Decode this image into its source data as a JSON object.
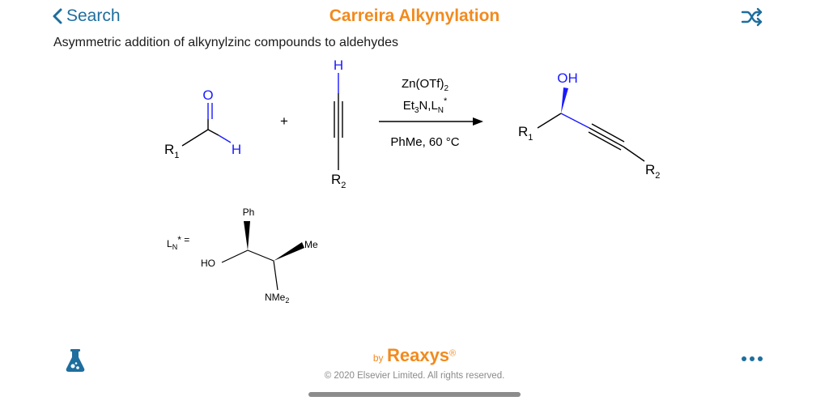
{
  "nav": {
    "back_label": "Search",
    "title": "Carreira Alkynylation",
    "back_icon": "chevron-left-icon",
    "shuffle_icon": "shuffle-icon"
  },
  "subtitle": "Asymmetric addition of alkynylzinc compounds to aldehydes",
  "reaction": {
    "aldehyde": {
      "oxygen": "O",
      "hydrogen": "H",
      "r1": "R",
      "r1_sub": "1"
    },
    "plus": "+",
    "alkyne": {
      "hydrogen": "H",
      "r2": "R",
      "r2_sub": "2"
    },
    "conditions": {
      "reagent1": "Zn(OTf)",
      "reagent1_sub": "2",
      "reagent2_a": "Et",
      "reagent2_a_sub": "3",
      "reagent2_b": "N,L",
      "reagent2_b_sub": "N",
      "reagent2_sup": "*",
      "solvent_temp": "PhMe, 60 °C"
    },
    "product": {
      "hydroxyl": "OH",
      "r1": "R",
      "r1_sub": "1",
      "r2": "R",
      "r2_sub": "2"
    }
  },
  "ligand": {
    "label": "L",
    "label_sub": "N",
    "label_sup": "* =",
    "phenyl": "Ph",
    "hydroxyl": "HO",
    "methyl": "Me",
    "amine": "NMe",
    "amine_sub": "2"
  },
  "footer": {
    "brand_prefix": "by",
    "brand_name": "Reaxys",
    "brand_mark": "®",
    "copyright": "© 2020 Elsevier Limited. All rights reserved.",
    "flask_icon": "flask-icon",
    "more_icon": "more-icon"
  },
  "colors": {
    "accent_blue": "#1e6e9e",
    "accent_orange": "#f28a1d",
    "bond_blue": "#1a1aff"
  }
}
